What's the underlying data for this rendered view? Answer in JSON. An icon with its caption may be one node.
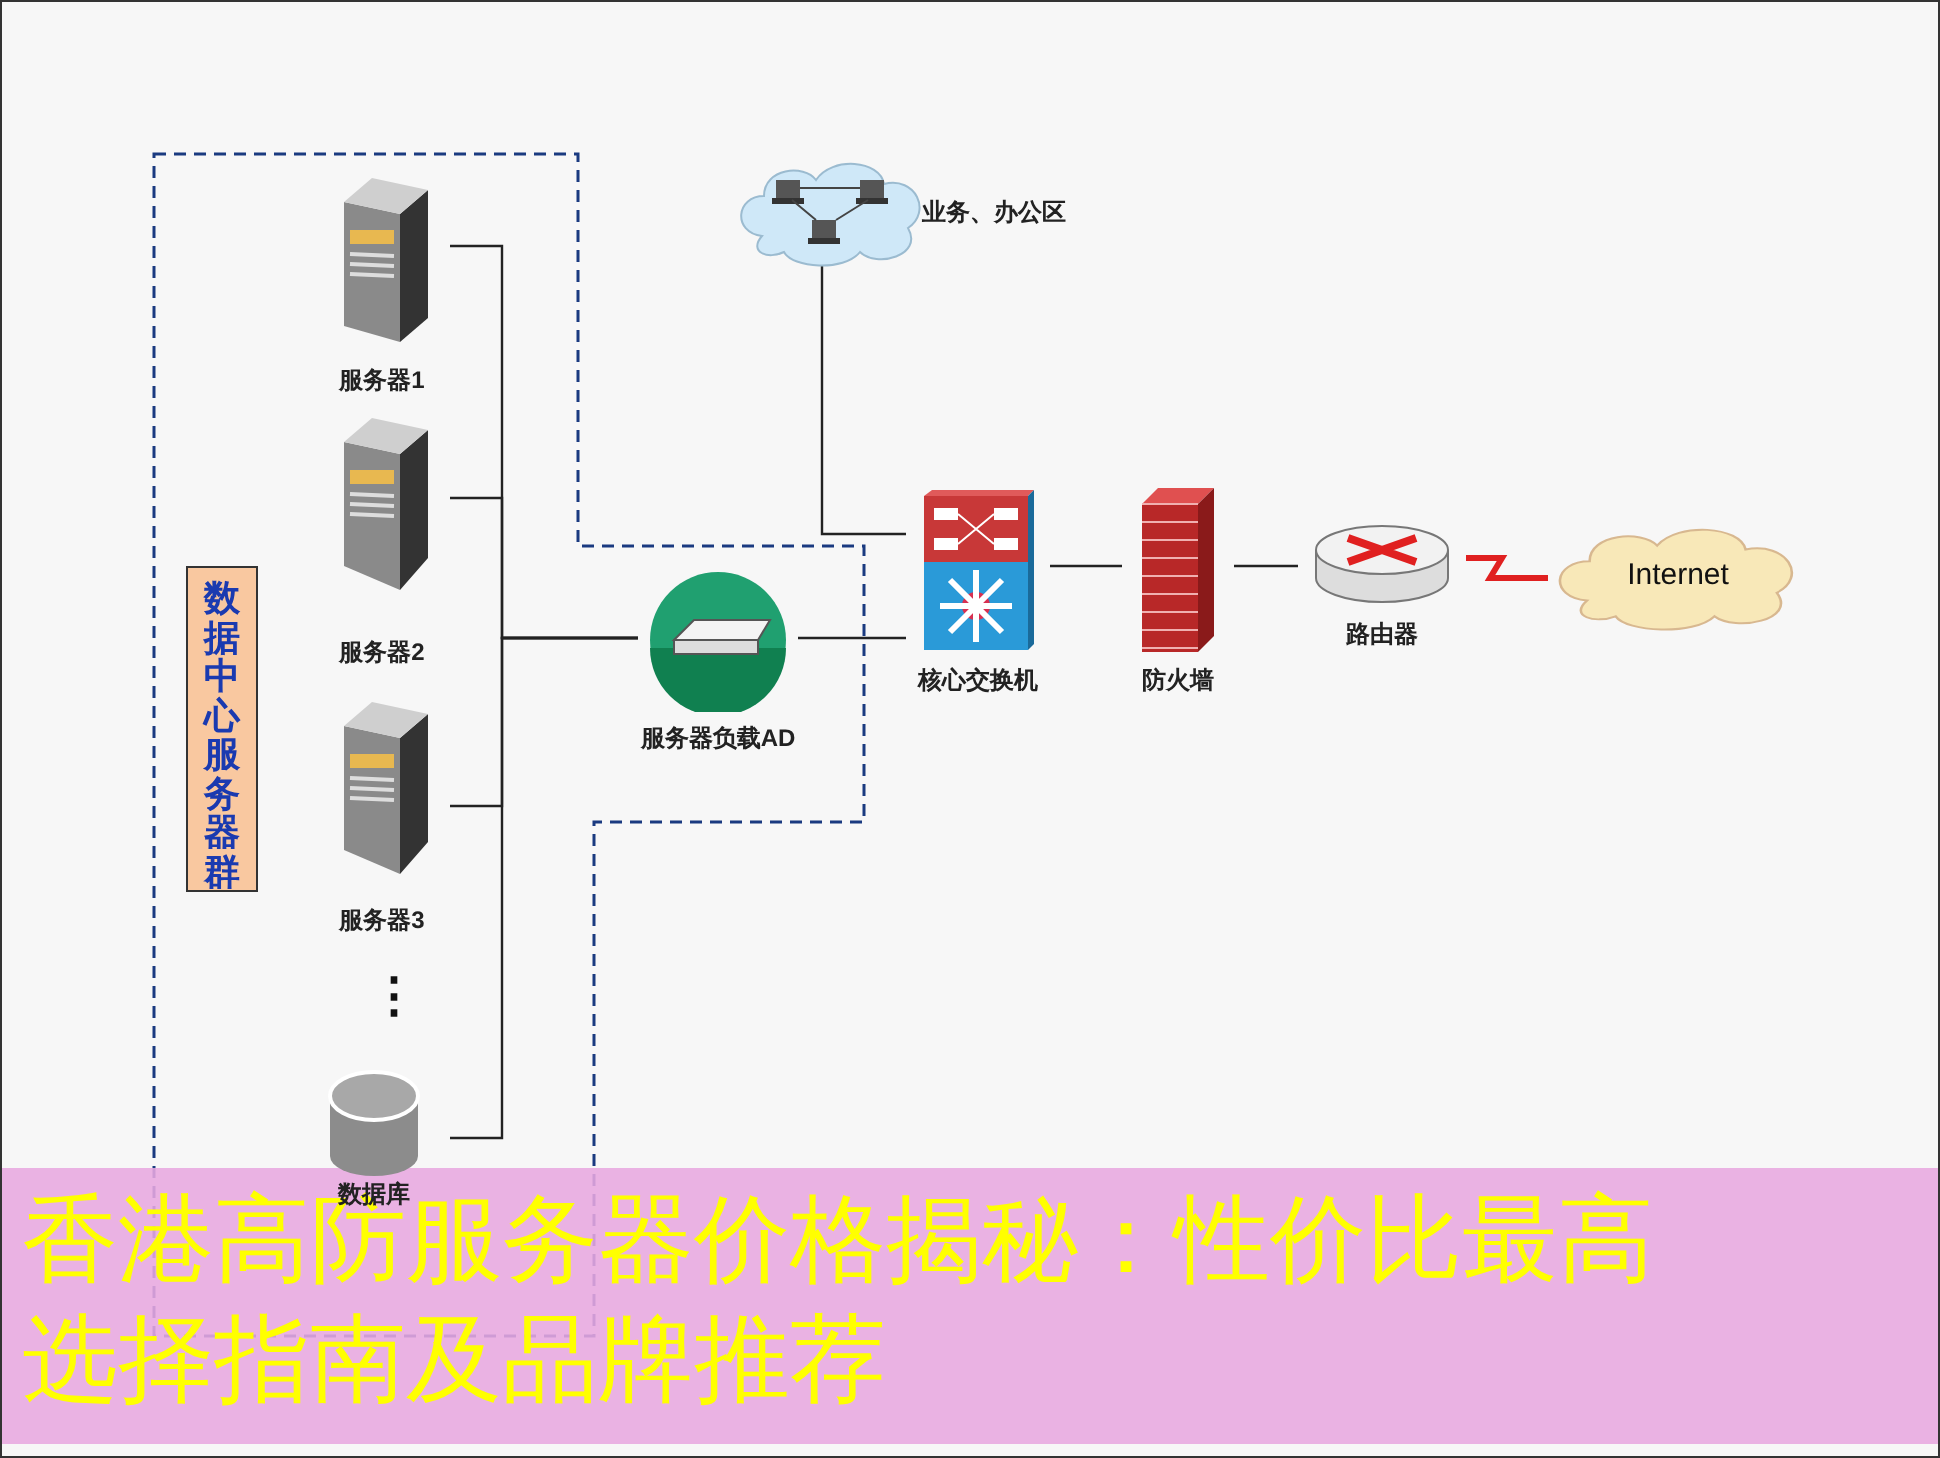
{
  "diagram": {
    "title": "香港高防服务器价格揭秘：性价比最高选择指南及品牌推荐",
    "nodes": [
      {
        "text": [],
        "shape": "box"
      },
      {
        "text": [
          "数据中心服务器群"
        ],
        "in": 0
      },
      {
        "text": [
          "服务器1"
        ],
        "in": 0
      },
      {
        "text": [
          "服务器2"
        ],
        "in": 0
      },
      {
        "text": [
          "服务器3"
        ],
        "in": 0
      },
      {
        "text": [
          "数据库"
        ],
        "in": 0
      },
      {
        "text": [
          "服务器负载AD"
        ],
        "in": 0
      },
      {
        "text": [
          "业务、办公区"
        ]
      },
      {
        "text": [
          "核心交换机"
        ]
      },
      {
        "text": [
          "防火墙"
        ]
      },
      {
        "text": [
          "路由器"
        ]
      },
      {
        "text": [
          "Internet"
        ]
      }
    ],
    "edges": [
      {
        "from": 2,
        "to": 6,
        "arrow": "none"
      },
      {
        "from": 3,
        "to": 6,
        "arrow": "none"
      },
      {
        "from": 4,
        "to": 6,
        "arrow": "none"
      },
      {
        "from": 5,
        "to": 6,
        "arrow": "none"
      },
      {
        "from": 6,
        "to": 8,
        "arrow": "none"
      },
      {
        "from": 7,
        "to": 8,
        "arrow": "none"
      },
      {
        "from": 8,
        "to": 9,
        "arrow": "none"
      },
      {
        "from": 9,
        "to": 10,
        "arrow": "none"
      },
      {
        "from": 10,
        "to": 11,
        "arrow": "none",
        "style": "thick",
        "color": "#e02020"
      }
    ],
    "labels": [
      "⋮"
    ]
  }
}
